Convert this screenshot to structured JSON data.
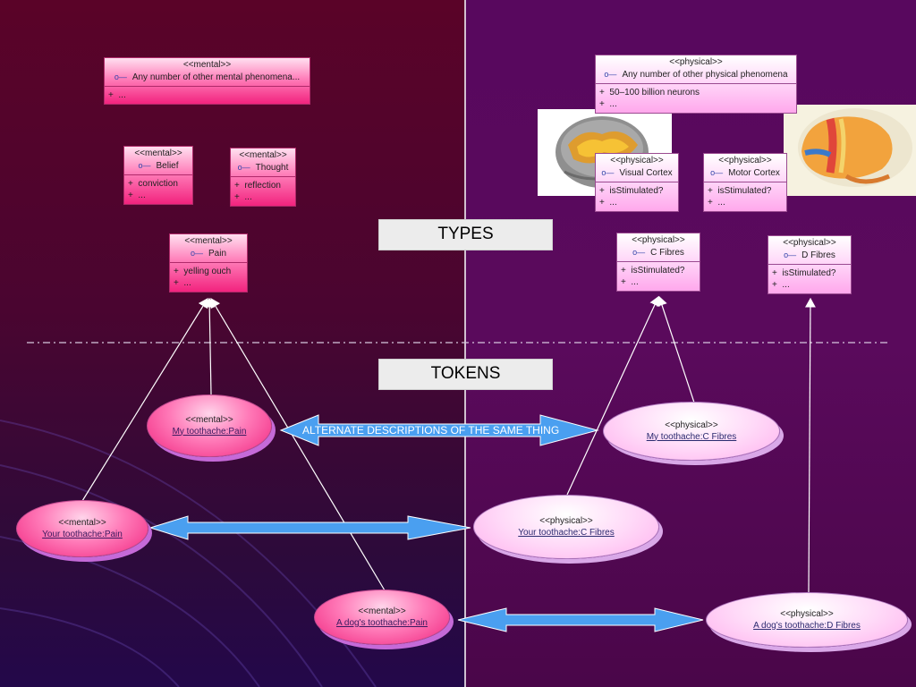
{
  "types_label": "TYPES",
  "tokens_label": "TOKENS",
  "alternate_label": "ALTERNATE DESCRIPTIONS OF THE SAME THING",
  "classes": {
    "mental_other": {
      "stereotype": "<<mental>>",
      "name": "Any number of other mental phenomena...",
      "attrs": [
        "..."
      ]
    },
    "belief": {
      "stereotype": "<<mental>>",
      "name": "Belief",
      "attrs": [
        "conviction",
        "..."
      ]
    },
    "thought": {
      "stereotype": "<<mental>>",
      "name": "Thought",
      "attrs": [
        "reflection",
        "..."
      ]
    },
    "pain": {
      "stereotype": "<<mental>>",
      "name": "Pain",
      "attrs": [
        "yelling ouch",
        "..."
      ]
    },
    "physical_other": {
      "stereotype": "<<physical>>",
      "name": "Any number of other physical phenomena",
      "attrs": [
        "50–100 billion neurons",
        "..."
      ]
    },
    "visual_cortex": {
      "stereotype": "<<physical>>",
      "name": "Visual Cortex",
      "attrs": [
        "isStimulated?",
        "..."
      ]
    },
    "motor_cortex": {
      "stereotype": "<<physical>>",
      "name": "Motor Cortex",
      "attrs": [
        "isStimulated?",
        "..."
      ]
    },
    "c_fibres": {
      "stereotype": "<<physical>>",
      "name": "C Fibres",
      "attrs": [
        "isStimulated?",
        "..."
      ]
    },
    "d_fibres": {
      "stereotype": "<<physical>>",
      "name": "D Fibres",
      "attrs": [
        "isStimulated?",
        "..."
      ]
    }
  },
  "tokens": {
    "my_pain": {
      "stereotype": "<<mental>>",
      "name": "My toothache:Pain"
    },
    "your_pain": {
      "stereotype": "<<mental>>",
      "name": "Your toothache:Pain"
    },
    "dog_pain": {
      "stereotype": "<<mental>>",
      "name": "A dog's toothache:Pain"
    },
    "my_c": {
      "stereotype": "<<physical>>",
      "name": "My toothache:C Fibres"
    },
    "your_c": {
      "stereotype": "<<physical>>",
      "name": "Your toothache:C Fibres"
    },
    "dog_d": {
      "stereotype": "<<physical>>",
      "name": "A dog's toothache:D Fibres"
    }
  },
  "colors": {
    "arrow_blue": "#4a9ff0",
    "mental_pink": "#f2237e",
    "physical_pink": "#ffb0ee"
  },
  "icons": [
    "interface-lollipop-icon",
    "brain-image",
    "brain-lobes-image"
  ]
}
